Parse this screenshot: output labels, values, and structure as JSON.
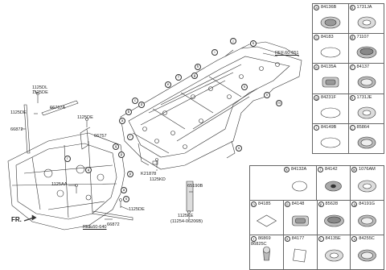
{
  "callout_labels": {
    "l1": "1125DL",
    "l2": "1125DE",
    "l3": "66767A",
    "l4": "1125DE",
    "l5": "66872",
    "l6": "1125DE",
    "l7": "66757",
    "l8": "1125AA",
    "l9": "1125DE",
    "l10": "66872",
    "l11": "K21878",
    "l12": "1125KD",
    "l13": "65190B",
    "l14": "1125KE",
    "l15": "(11254-06206B)",
    "ref1": "REF.60-651",
    "ref2": "REF.60-640",
    "fr": "FR."
  },
  "floor_letters": [
    "j",
    "k",
    "i",
    "h",
    "g",
    "f",
    "e",
    "d",
    "c",
    "b",
    "a",
    "m",
    "n",
    "o",
    "p",
    "q",
    "r",
    "s"
  ],
  "front_letters": [
    "r",
    "q",
    "p",
    "a",
    "s"
  ],
  "legend_right": [
    [
      {
        "letter": "a",
        "code": "84136B",
        "icon": "oval-plug"
      },
      {
        "letter": "b",
        "code": "1731JA",
        "icon": "round-grommet"
      }
    ],
    [
      {
        "letter": "c",
        "code": "84183",
        "icon": "flat-oval"
      },
      {
        "letter": "d",
        "code": "71107",
        "icon": "dome-cap"
      }
    ],
    [
      {
        "letter": "e",
        "code": "84135A",
        "icon": "square-plug"
      },
      {
        "letter": "f",
        "code": "84137",
        "icon": "flat-round"
      }
    ],
    [
      {
        "letter": "g",
        "code": "84231F",
        "icon": "flat-oval"
      },
      {
        "letter": "h",
        "code": "1731JE",
        "icon": "round-grommet"
      }
    ],
    [
      {
        "letter": "i",
        "code": "84149B",
        "icon": "flat-oval"
      },
      {
        "letter": "j",
        "code": "85864",
        "icon": "flat-round"
      }
    ]
  ],
  "legend_bottom": [
    [
      {
        "letter": "k",
        "code": "84132A",
        "icon": "ring"
      },
      {
        "letter": "l",
        "code": "84142",
        "icon": "cap-hole"
      },
      {
        "letter": "m",
        "code": "1076AM",
        "icon": "round-grommet"
      }
    ],
    [
      {
        "letter": "n",
        "code": "84185",
        "icon": "diamond-pad"
      },
      {
        "letter": "o",
        "code": "84148",
        "icon": "square-plug"
      },
      {
        "letter": "p",
        "code": "85628",
        "icon": "dome-cap"
      },
      {
        "letter": "q",
        "code": "84191G",
        "icon": "flat-round"
      }
    ],
    [
      {
        "letter": "r",
        "code": "86869\n86825C",
        "icon": "stud-clip"
      },
      {
        "letter": "s",
        "code": "84177",
        "icon": "tape-pad"
      },
      {
        "letter": "t",
        "code": "84135E",
        "icon": "round-grommet"
      },
      {
        "letter": "u",
        "code": "84255C",
        "icon": "flat-round"
      }
    ]
  ]
}
